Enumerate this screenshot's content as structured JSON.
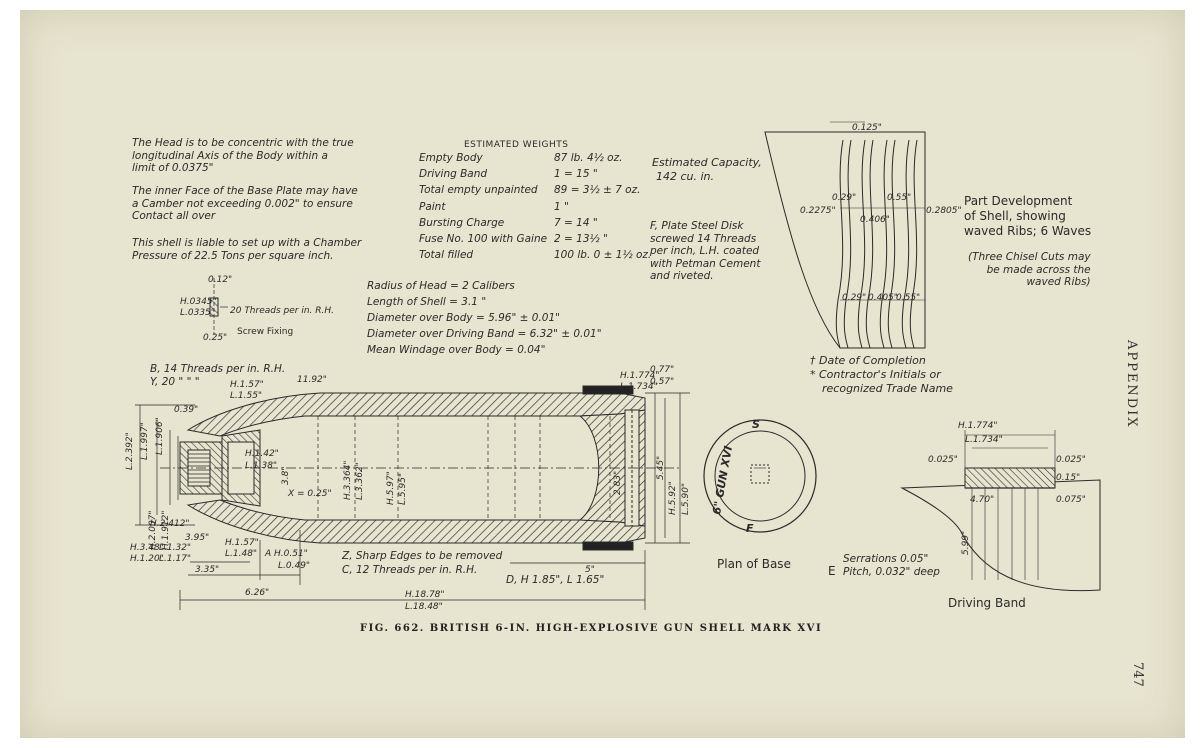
{
  "notes": {
    "head_concentric": [
      "The Head is to be concentric with the true",
      "longitudinal Axis of the Body within a",
      "limit of 0.0375\""
    ],
    "inner_face": [
      "The inner Face of the Base Plate may have",
      "a Camber not exceeding 0.002\" to ensure",
      "Contact all over"
    ],
    "liable": [
      "This shell is liable to set up with a Chamber",
      "Pressure of 22.5 Tons per square inch."
    ],
    "estimated_capacity": [
      "Estimated Capacity,",
      "142 cu. in."
    ],
    "plate_steel": [
      "F, Plate Steel Disk",
      "screwed 14 Threads",
      "per inch, L.H. coated",
      "with Petman Cement",
      "and riveted."
    ],
    "radius_block": [
      "Radius of Head = 2 Calibers",
      "Length of Shell = 3.1 \"",
      "Diameter over Body = 5.96\" ± 0.01\"",
      "Diameter over Driving Band = 6.32\" ± 0.01\"",
      "Mean Windage over Body = 0.04\""
    ],
    "part_development": [
      "Part Development",
      "of Shell, showing",
      "waved Ribs; 6 Waves"
    ],
    "chisel_cuts": [
      "(Three Chisel Cuts may",
      "be made across the",
      "waved Ribs)"
    ],
    "date_completion": "† Date of Completion",
    "contractor": [
      "* Contractor's Initials or",
      "recognized Trade Name"
    ],
    "b_threads": "B, 14 Threads per in. R.H.",
    "y_20": "Y, 20      \"       \"     \"",
    "screw_fixing": "Screw Fixing",
    "threads_20": "20 Threads per in. R.H.",
    "sharp_edges": "Z, Sharp Edges to be removed",
    "c_threads": "C, 12 Threads per in. R.H.",
    "d_dim": "D, H 1.85\", L 1.65\"",
    "serrations": [
      "Serrations 0.05\"",
      "Pitch, 0.032\" deep"
    ],
    "e_label": "E",
    "plan_of_base": "Plan of Base",
    "driving_band": "Driving Band",
    "gun_marking": "6\" GUN XVI",
    "base_letters": {
      "s": "S",
      "f": "F"
    }
  },
  "weights": {
    "header": "ESTIMATED WEIGHTS",
    "rows": [
      {
        "label": "Empty Body",
        "value": "87 lb. 4½ oz."
      },
      {
        "label": "Driving Band",
        "value": "1 = 15 \""
      },
      {
        "label": "Total empty unpainted",
        "value": "89 = 3½ ± 7 oz."
      },
      {
        "label": "Paint",
        "value": "1 \""
      },
      {
        "label": "Bursting Charge",
        "value": "7 = 14 \""
      },
      {
        "label": "Fuse No. 100 with Gaine",
        "value": "2 = 13½ \""
      },
      {
        "label": "Total filled",
        "value": "100 lb. 0 ± 1½ oz."
      }
    ]
  },
  "dims": {
    "d0125": "0.125\"",
    "d029a": "0.29\"",
    "d055a": "0.55\"",
    "d0406": "0.406\"",
    "d02275": "0.2275\"",
    "d02805": "0.2805\"",
    "d029b": "0.29\"",
    "d0405": "0.405\"",
    "d055b": "0.55\"",
    "h0345": "H.0345\"",
    "l0335": "L.0335\"",
    "d012": "0.12\"",
    "d025": "0.25\"",
    "h157": "H.1.57\"",
    "l155": "L.1.55\"",
    "d1192": "11.92\"",
    "h1774": "H.1.774\"",
    "l1734": "L.1.734\"",
    "d077": "0.77\"",
    "d057": "0.57\"",
    "l2392": "L.2.392\"",
    "l1997": "L.1.997\"",
    "l1906": "L.1.906\"",
    "d039": "0.39\"",
    "h142": "H.1.42\"",
    "l138": "L.1.38\"",
    "d38": "3.8\"",
    "x025": "X = 0.25\"",
    "h3364": "H.3.364\"",
    "l3362": "L.3.362\"",
    "h597": "H.5.97\"",
    "l595": "L.5.95\"",
    "h2412": "H.2.412\"",
    "h2007": "H.2.007\"",
    "h1912": "H.1.912\"",
    "h348": "H.3.48\"",
    "l132": "L.1.32\"",
    "h120": "H.1.20\"",
    "l117": "L.1.17\"",
    "d395": "3.95\"",
    "d335": "3.35\"",
    "d626": "6.26\"",
    "h157b": "H.1.57\"",
    "l148": "L.1.48\"",
    "a_h051": "A  H.0.51\"",
    "l049": "L.0.49\"",
    "d5": "5\"",
    "h1878": "H.18.78\"",
    "l1848": "L.18.48\"",
    "h592": "H.5.92\"",
    "l590": "L.5.90\"",
    "d545": "5.45\"",
    "d283": "2.83\"",
    "dband_h1774": "H.1.774\"",
    "dband_l1734": "L.1.734\"",
    "d0025a": "0.025\"",
    "d0025b": "0.025\"",
    "d015": "0.15\"",
    "d0075": "0.075\"",
    "d599": "5.99\"",
    "d470": "4.70\""
  },
  "caption": "FIG. 662.   BRITISH 6-IN. HIGH-EXPLOSIVE GUN SHELL MARK XVI",
  "appendix": "APPENDIX",
  "page_number": "747"
}
